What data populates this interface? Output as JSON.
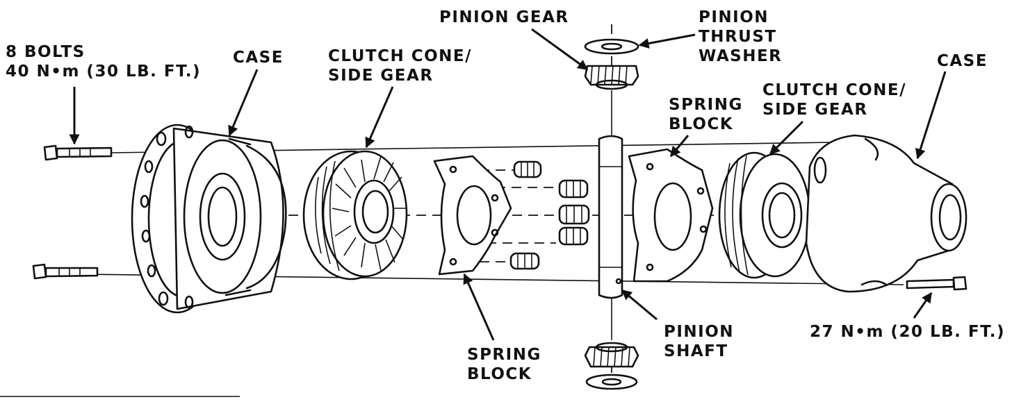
{
  "labels": {
    "bolts_count": "8 BOLTS",
    "bolts_torque": "40 N•m (30 LB. FT.)",
    "case_left": "CASE",
    "clutch_left_1": "CLUTCH CONE/",
    "clutch_left_2": "SIDE GEAR",
    "pinion_gear": "PINION GEAR",
    "washer_1": "PINION",
    "washer_2": "THRUST",
    "washer_3": "WASHER",
    "case_right": "CASE",
    "spring_block_upper_1": "SPRING",
    "spring_block_upper_2": "BLOCK",
    "clutch_right_1": "CLUTCH CONE/",
    "clutch_right_2": "SIDE GEAR",
    "spring_block_lower_1": "SPRING",
    "spring_block_lower_2": "BLOCK",
    "pinion_shaft_1": "PINION",
    "pinion_shaft_2": "SHAFT",
    "right_torque": "27 N•m (20 LB. FT.)"
  }
}
